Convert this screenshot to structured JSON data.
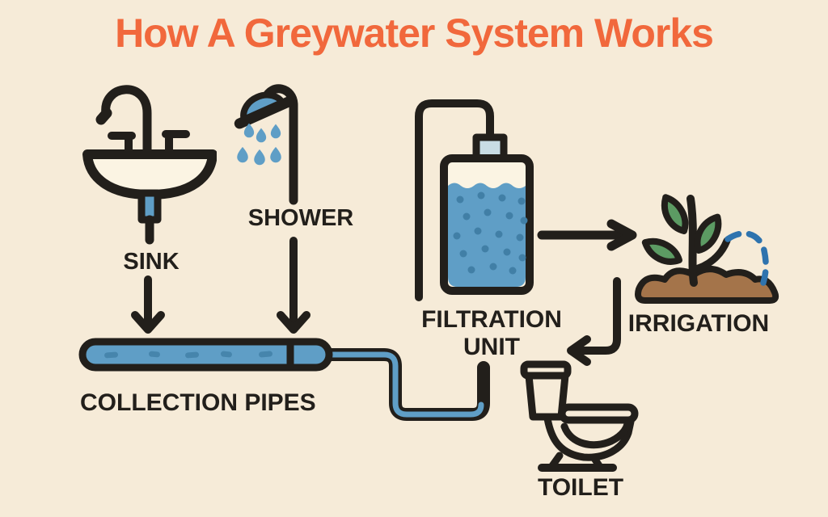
{
  "title": {
    "text": "How A Greywater System Works"
  },
  "nodes": {
    "sink": {
      "label": "SINK",
      "icon": "sink-icon"
    },
    "shower": {
      "label": "SHOWER",
      "icon": "shower-icon"
    },
    "collection_pipes": {
      "label": "COLLECTION PIPES",
      "icon": "collection-pipe-icon"
    },
    "filtration": {
      "label_line1": "FILTRATION",
      "label_line2": "UNIT",
      "icon": "filtration-tank-icon"
    },
    "irrigation": {
      "label": "IRRIGATION",
      "icon": "plant-sprout-icon"
    },
    "toilet": {
      "label": "TOILET",
      "icon": "toilet-icon"
    }
  },
  "flow_arrows": [
    "sink-to-collection-pipe",
    "shower-to-collection-pipe",
    "filtration-to-irrigation",
    "irrigation-to-toilet"
  ],
  "colors": {
    "bg": "#F6EBD8",
    "accent": "#F1683C",
    "ink": "#221F1B",
    "blue": "#5F9EC6",
    "bluedark": "#417FA6",
    "spray": "#2E73AE",
    "leaf": "#5C9B63",
    "soil": "#A4744A",
    "cream": "#FBF4E3",
    "cap": "#C8DCE4"
  }
}
